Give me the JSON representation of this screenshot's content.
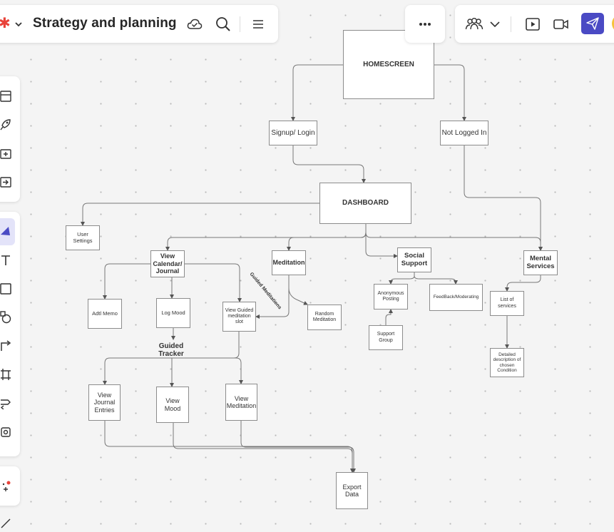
{
  "app": {
    "document_title": "Strategy and planning"
  },
  "toolbar": {
    "icons": [
      "asterisk-logo-icon",
      "chevron-down-icon",
      "cloud-saved-icon",
      "search-icon",
      "hamburger-menu-icon"
    ],
    "more_icon": "ellipsis-icon",
    "collab_icons": [
      "collaborators-icon",
      "chevron-down-icon",
      "present-icon",
      "video-icon",
      "share-send-icon"
    ],
    "accent_color": "#4a4ac4"
  },
  "left_toolbar": {
    "group1": [
      "template-icon",
      "rocket-icon",
      "add-page-icon",
      "import-icon"
    ],
    "group2": [
      "select-pointer-icon",
      "text-tool-icon",
      "sticky-note-icon",
      "shapes-icon",
      "connector-icon",
      "frame-icon",
      "more-shapes-icon",
      "ai-shapes-icon"
    ],
    "group3": [
      "add-apps-icon"
    ]
  },
  "diagram": {
    "homescreen": "HOMESCREEN",
    "signup_login": "Signup/ Login",
    "not_logged_in": "Not Logged In",
    "dashboard": "DASHBOARD",
    "user_settings": "User Settings",
    "view_calendar_journal": "View Calendar/ Journal",
    "meditation": "Meditation",
    "social_support": "Social Support",
    "mental_services": "Mental Services",
    "add_memo": "Adtl Memo",
    "log_mood": "Log Mood",
    "view_guided_meditation_slot": "View Guided meditation slot",
    "random_meditation": "Random Meditation",
    "anonymous_posting": "Anonymous Posting",
    "feedback_moderating": "FeedBack/Moderating",
    "support_group": "Support Group",
    "list_of_services": "List of services",
    "detailed_description": "Detailed description of chosen Condition",
    "guided_tracker": "Guided Tracker",
    "guided_meditations_label": "Guided Meditations",
    "view_journal_entries": "View Journal Entries",
    "view_mood": "View Mood",
    "view_meditation": "View Meditation",
    "export_data": "Export Data"
  }
}
